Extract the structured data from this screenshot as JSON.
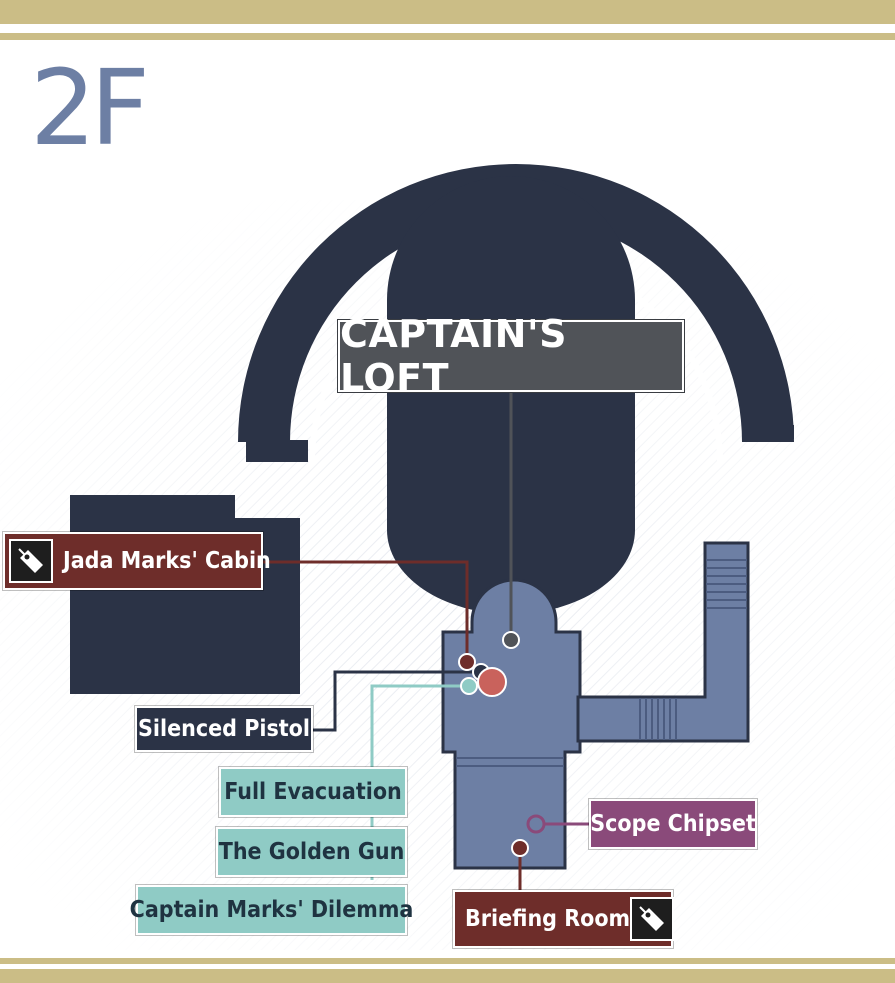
{
  "map": {
    "floor_label": "2F",
    "area_title": "CAPTAIN'S LOFT",
    "colors": {
      "building": "#2b3346",
      "room": "#6d7fa4",
      "gold_band": "#cbbd86",
      "maroon": "#6e2d2a",
      "navy": "#2b3346",
      "teal": "#8fcbc5",
      "purple": "#8a4a7a"
    },
    "labels": {
      "jada_cabin": "Jada Marks' Cabin",
      "silenced_pistol": "Silenced Pistol",
      "full_evacuation": "Full Evacuation",
      "golden_gun": "The Golden Gun",
      "marks_dilemma": "Captain Marks' Dilemma",
      "scope_chipset": "Scope Chipset",
      "briefing_room": "Briefing Room"
    },
    "icons": {
      "jada_cabin": "key-tag-icon",
      "briefing_room": "key-tag-icon"
    }
  }
}
